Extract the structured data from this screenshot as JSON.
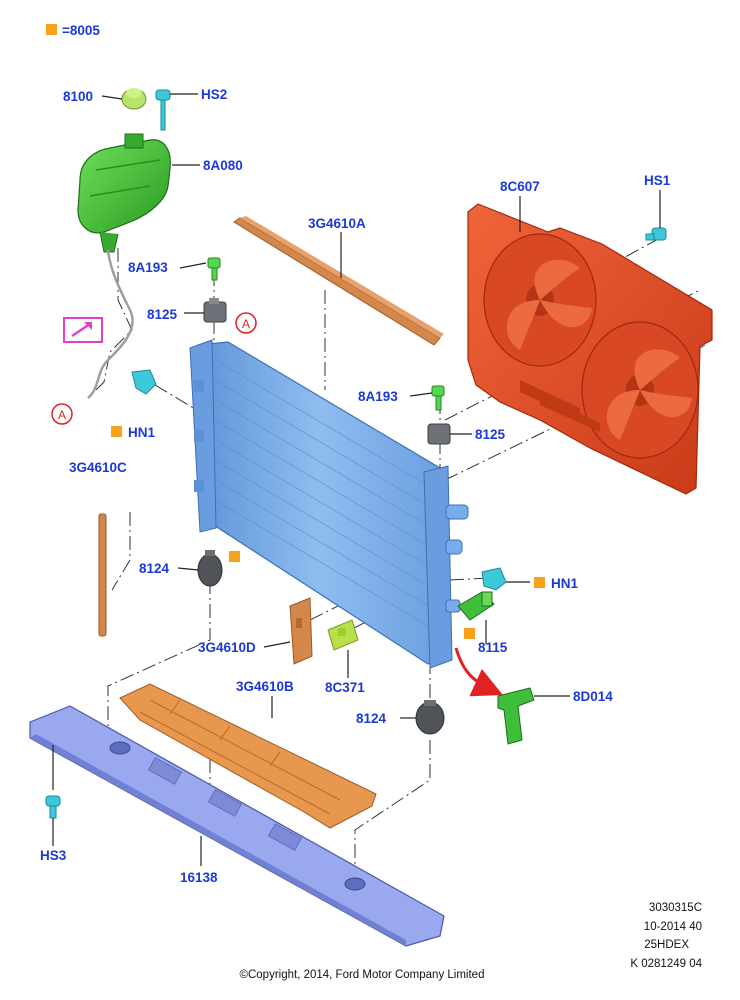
{
  "legend": {
    "marker_color": "#f6a21a",
    "equals": "=",
    "code": "8005"
  },
  "labels": {
    "cap": "8100",
    "hs2": "HS2",
    "reservoir": "8A080",
    "bracket_top_left": "8A193",
    "mount_top_left": "8125",
    "hn1_left": "HN1",
    "seal_left": "3G4610C",
    "mount_bottom_left": "8124",
    "seal_small": "3G4610D",
    "seal_lower": "3G4610B",
    "seal_top": "3G4610A",
    "fan_shroud": "8C607",
    "hs1": "HS1",
    "bracket_right": "8A193",
    "mount_top_right": "8125",
    "hn1_right": "HN1",
    "drain": "8115",
    "clip": "8C371",
    "mount_bottom_right": "8124",
    "hose_connector": "8D014",
    "hs3": "HS3",
    "crossmember": "16138"
  },
  "ref_markers": {
    "a1": "A",
    "a2": "A"
  },
  "ref_block": [
    "3030315C",
    "10-2014 40",
    "25HDEX",
    "K 0281249 04"
  ],
  "copyright": "©Copyright, 2014, Ford Motor Company Limited",
  "colors": {
    "label_blue": "#1b39d6",
    "radiator": "#7fb0e6",
    "fan_shroud": "#e8502a",
    "reservoir": "#44c23a",
    "seal": "#d4874a",
    "crossmember": "#8d9ce8",
    "marker": "#f6a21a",
    "ref_circle": "#e22222",
    "magenta": "#e23fd0"
  }
}
